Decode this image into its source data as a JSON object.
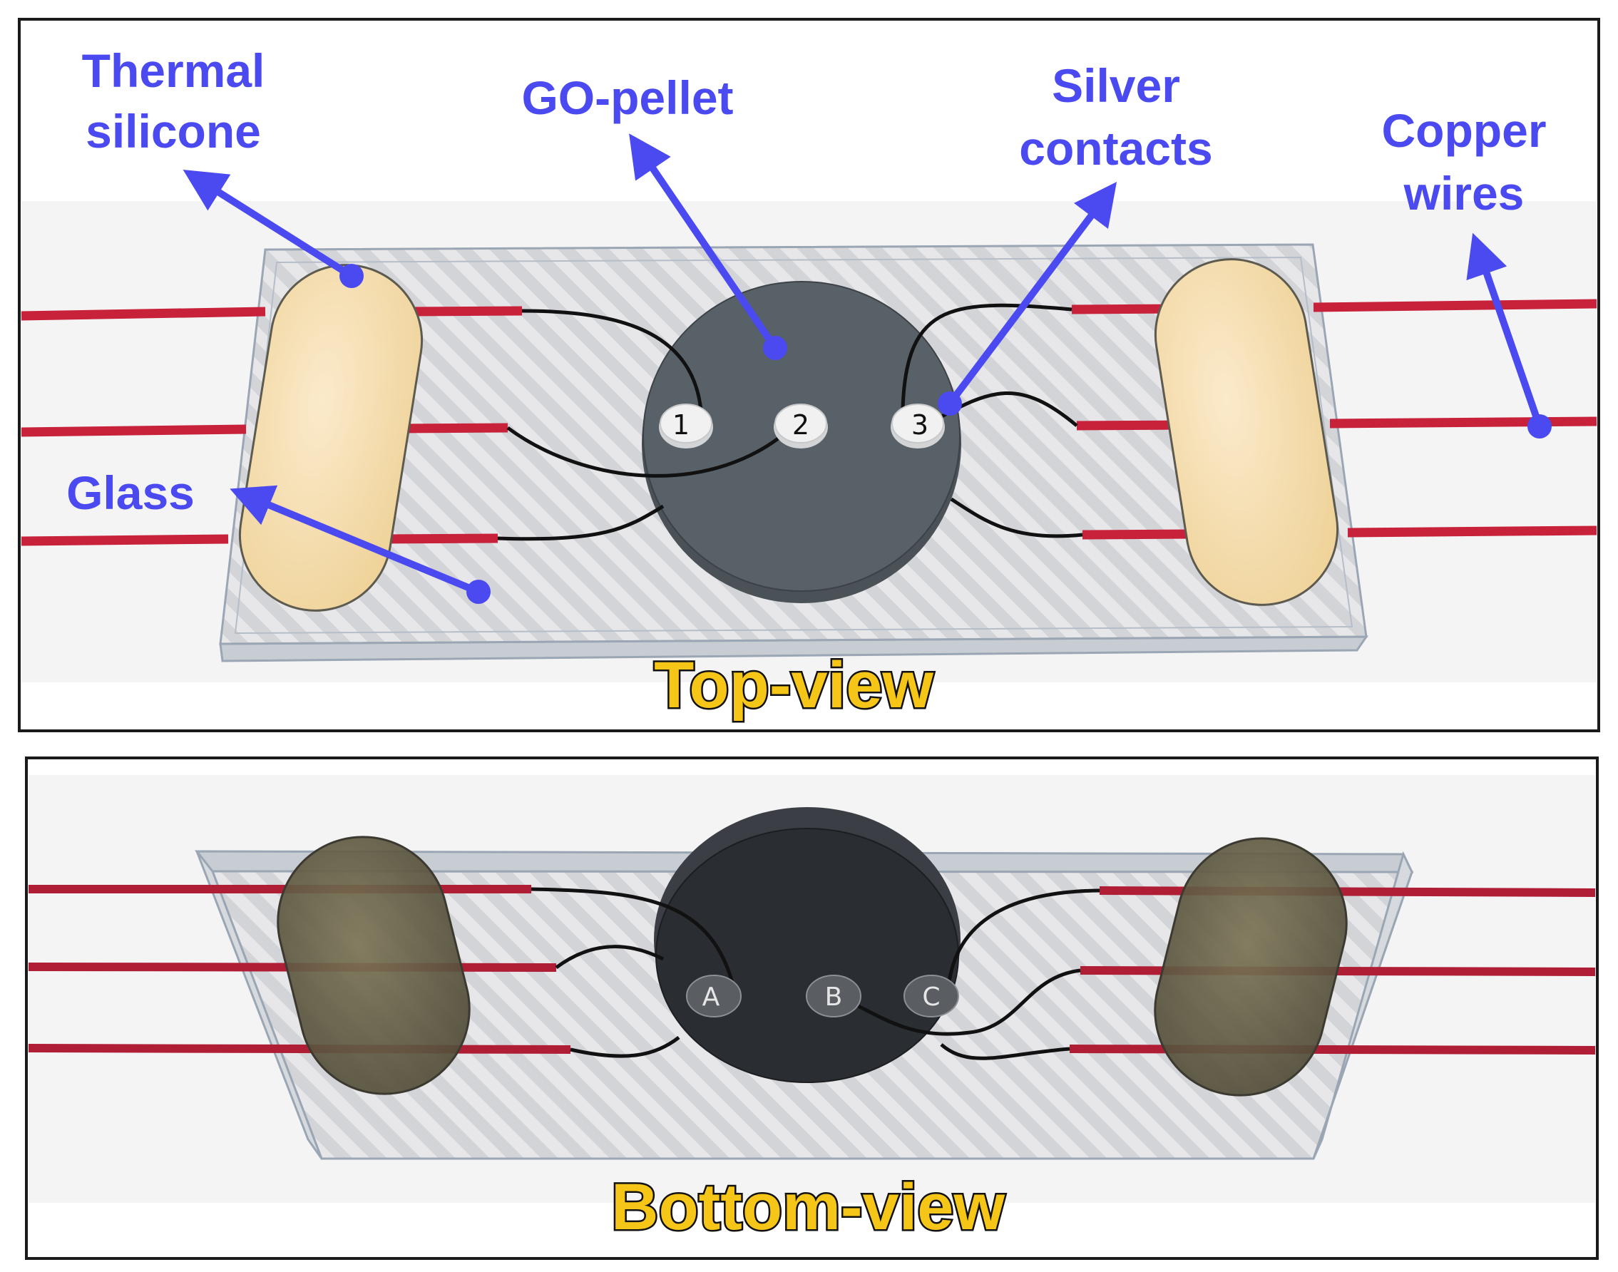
{
  "labels": {
    "thermal_silicone": [
      "Thermal",
      "silicone"
    ],
    "go_pellet": "GO-pellet",
    "silver_contacts": [
      "Silver",
      "contacts"
    ],
    "copper_wires": [
      "Copper",
      "wires"
    ],
    "glass": "Glass"
  },
  "views": {
    "top": "Top-view",
    "bottom": "Bottom-view"
  },
  "contacts": {
    "top": [
      "1",
      "2",
      "3"
    ],
    "bottom": [
      "A",
      "B",
      "C"
    ]
  },
  "colors": {
    "label_blue": "#4a4af0",
    "arrow_blue": "#4a4af0",
    "title_yellow": "#f5c518",
    "wire_red": "#c8213a",
    "silicone_top": "#f6dfae",
    "silicone_bottom": "#6b6449",
    "pellet_top": "#596168",
    "pellet_bottom": "#2a2d31",
    "glass_edge": "#9aa6b4"
  }
}
